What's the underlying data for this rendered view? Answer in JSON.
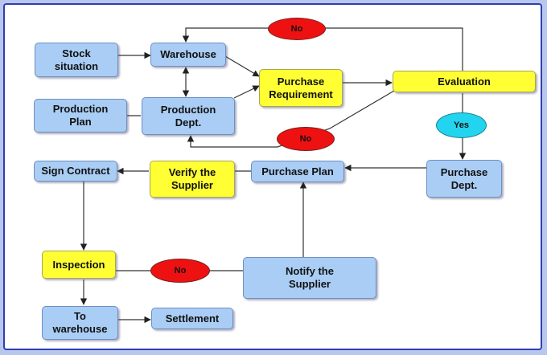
{
  "nodes": {
    "stock": "Stock\nsituation",
    "warehouse": "Warehouse",
    "production_plan": "Production\nPlan",
    "production_dept": "Production\nDept.",
    "purchase_requirement": "Purchase\nRequirement",
    "evaluation": "Evaluation",
    "purchase_dept": "Purchase\nDept.",
    "purchase_plan": "Purchase Plan",
    "verify_supplier": "Verify    the\nSupplier",
    "sign_contract": "Sign Contract",
    "inspection": "Inspection",
    "notify_supplier": "Notify the\nSupplier",
    "to_warehouse": "To\nwarehouse",
    "settlement": "Settlement"
  },
  "decisions": {
    "no_top": "No",
    "no_middle": "No",
    "yes": "Yes",
    "no_bottom": "No"
  },
  "colors": {
    "process": "#a9cdf4",
    "highlight": "#ffff33",
    "no": "#ee1111",
    "yes": "#22d4ee",
    "frame": "#2f3fae"
  }
}
